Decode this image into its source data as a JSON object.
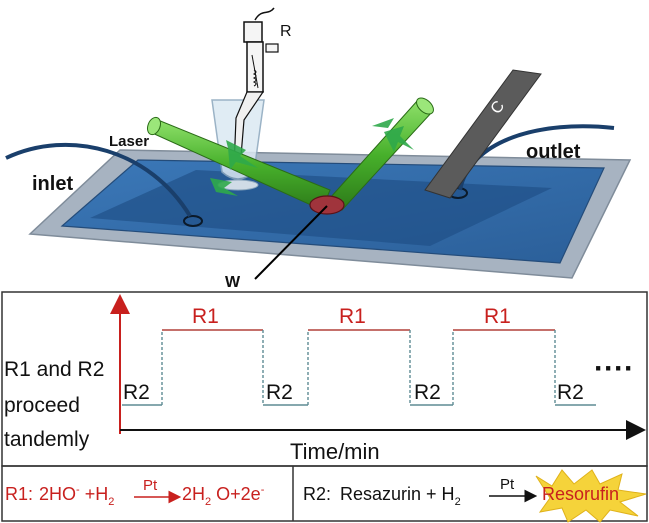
{
  "apparatus": {
    "electrode_r_label": "R",
    "electrode_c_label": "C",
    "electrode_w_label": "W",
    "laser_label": "Laser",
    "inlet_label": "inlet",
    "outlet_label": "outlet"
  },
  "timeline": {
    "side_label_lines": [
      "R1 and R2",
      "proceed",
      "tandemly"
    ],
    "x_axis_label": "Time/min",
    "high_label": "R1",
    "low_label": "R2",
    "ellipsis": "····",
    "colors": {
      "high": "#b2403a",
      "low": "#5e8c94",
      "axis_y": "#c8201e",
      "axis_x": "#111111",
      "box": "#333333"
    }
  },
  "equations": {
    "r1": {
      "prefix": "R1:",
      "lhs_a": "2HO",
      "lhs_a_sup": "-",
      "plus_a": " +H",
      "sub_a": "2",
      "catalyst": "Pt",
      "rhs_a": "2H",
      "sub_b": "2",
      "rhs_b": " O+2e",
      "rhs_b_sup": "-"
    },
    "r2": {
      "prefix": "R2:",
      "lhs": "Resazurin + H",
      "sub": "2",
      "catalyst": "Pt",
      "product": "Resorufin",
      "burst_color": "#f5d33a"
    }
  }
}
